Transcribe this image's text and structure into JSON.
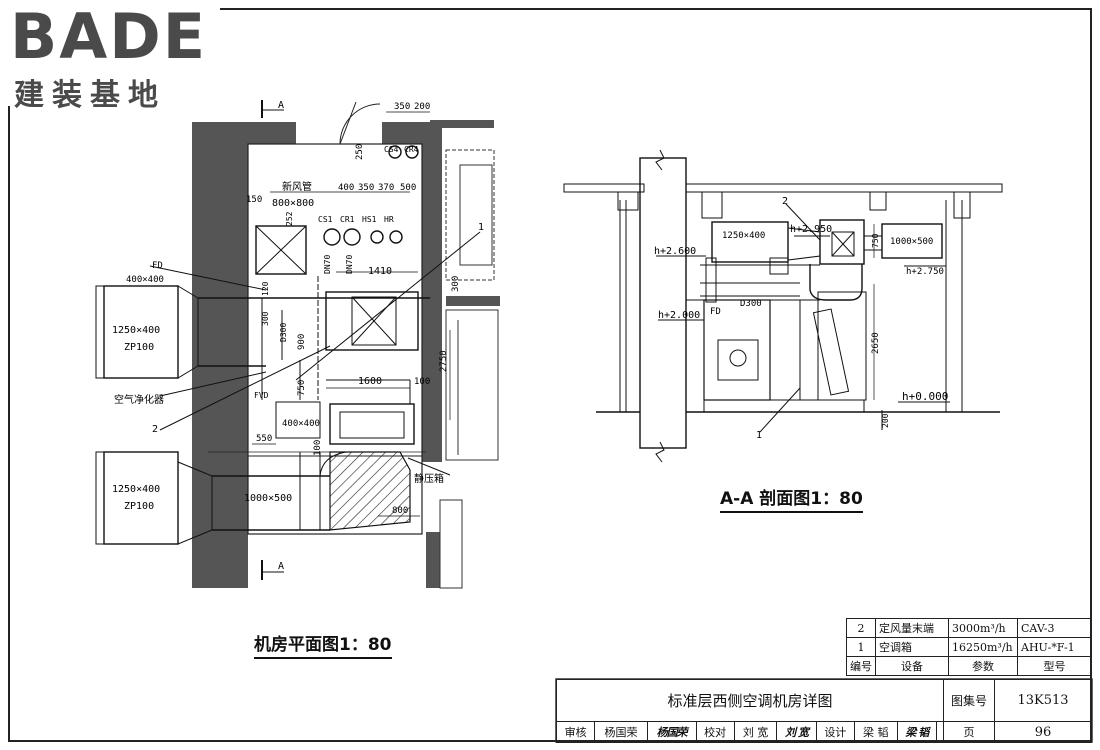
{
  "logo": {
    "brand": "BADE",
    "subtitle": "建装基地"
  },
  "plan": {
    "caption": "机房平面图1：80",
    "labels": {
      "section_mark_top": "A",
      "section_mark_bottom": "A",
      "fresh_air_duct": "新风管",
      "fresh_air_size": "800×800",
      "fd": "FD",
      "fd_size": "400×400",
      "zp_upper_size": "1250×400",
      "zp_upper_name": "ZP100",
      "zp_lower_size": "1250×400",
      "zp_lower_name": "ZP100",
      "purifier": "空气净化器",
      "ref1": "1",
      "ref2": "2",
      "pipe_cs1": "CS1",
      "pipe_cr1": "CR1",
      "pipe_hs1": "HS1",
      "pipe_hr": "HR",
      "pipe_cs4": "CS4",
      "pipe_cr4": "CR4",
      "fvd": "FVD",
      "duct_400": "400×400",
      "duct_1000": "1000×500",
      "static_box": "静压箱",
      "d300": "D300",
      "dn70a": "DN70",
      "dn70b": "DN70"
    },
    "dims": {
      "d350": "350",
      "d200": "200",
      "d250": "250",
      "d150": "150",
      "d400": "400",
      "d350b": "350",
      "d370": "370",
      "d500": "500",
      "d252": "252",
      "d1410": "1410",
      "d300": "300",
      "d900": "900",
      "d750": "750",
      "d1600": "1600",
      "d100a": "100",
      "d100b": "100",
      "d550": "550",
      "d2750": "2750",
      "d800": "800",
      "d300b": "300",
      "d120": "120"
    }
  },
  "section": {
    "caption": "A-A 剖面图1：80",
    "labels": {
      "duct_1250": "1250×400",
      "duct_1000": "1000×500",
      "h2600": "h+2.600",
      "h2950": "h+2.950",
      "h2750": "h+2.750",
      "h2000": "h+2.000",
      "h0000": "h+0.000",
      "fd": "FD",
      "d300": "D300",
      "ref1": "1",
      "ref2": "2",
      "d750": "750",
      "d2650": "2650",
      "d200": "200"
    }
  },
  "equipment_table": {
    "rows": [
      {
        "no": "2",
        "name": "定风量末端",
        "param": "3000m³/h",
        "model": "CAV-3"
      },
      {
        "no": "1",
        "name": "空调箱",
        "param": "16250m³/h",
        "model": "AHU-*F-1"
      }
    ],
    "header": {
      "no": "编号",
      "name": "设备",
      "param": "参数",
      "model": "型号"
    }
  },
  "title_block": {
    "title": "标准层西侧空调机房详图",
    "atlas_label": "图集号",
    "atlas_value": "13K513",
    "review_label": "审核",
    "review_name": "杨国荣",
    "check_label": "校对",
    "check_name": "刘 宽",
    "design_label": "设计",
    "design_name": "梁 韬",
    "page_label": "页",
    "page_value": "96"
  }
}
